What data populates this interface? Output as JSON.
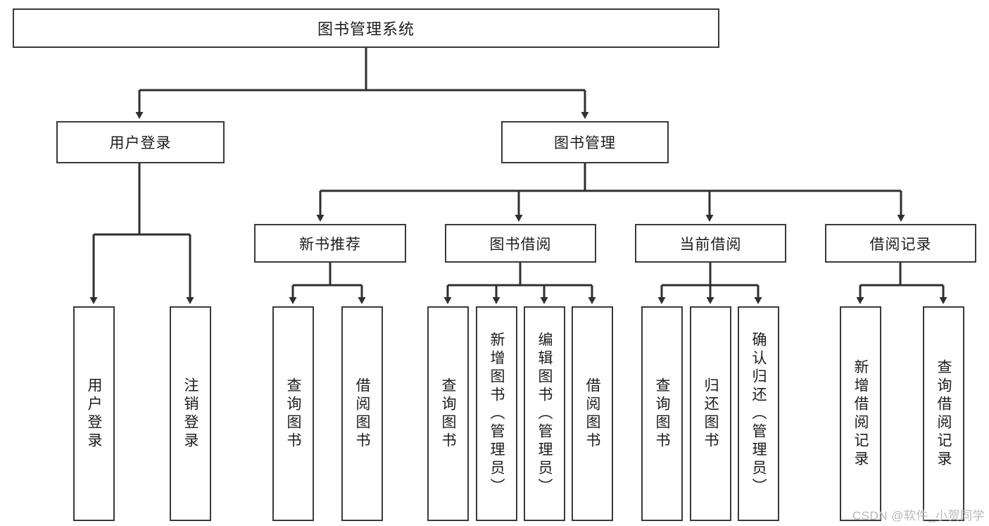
{
  "diagram": {
    "title": "图书管理系统",
    "type": "tree",
    "colors": {
      "background": "#ffffff",
      "node_border": "#3a3a3a",
      "node_fill": "#ffffff",
      "connector": "#2f2f2f",
      "text": "#1c1c1c",
      "watermark": "#b9b9b9"
    },
    "root": {
      "label": "图书管理系统"
    },
    "level2": [
      {
        "label": "用户登录"
      },
      {
        "label": "图书管理"
      }
    ],
    "level3": [
      {
        "label": "新书推荐"
      },
      {
        "label": "图书借阅"
      },
      {
        "label": "当前借阅"
      },
      {
        "label": "借阅记录"
      }
    ],
    "leaves": {
      "user_login": [
        {
          "label": "用户登录"
        },
        {
          "label": "注销登录"
        }
      ],
      "new_book_recommend": [
        {
          "label": "查询图书"
        },
        {
          "label": "借阅图书"
        }
      ],
      "book_borrow": [
        {
          "label": "查询图书"
        },
        {
          "label": "新增图书（管理员）"
        },
        {
          "label": "编辑图书（管理员）"
        },
        {
          "label": "借阅图书"
        }
      ],
      "current_borrow": [
        {
          "label": "查询图书"
        },
        {
          "label": "归还图书"
        },
        {
          "label": "确认归还（管理员）"
        }
      ],
      "borrow_record": [
        {
          "label": "新增借阅记录"
        },
        {
          "label": "查询借阅记录"
        }
      ]
    },
    "watermark": "CSDN @软件_小贺同学"
  }
}
